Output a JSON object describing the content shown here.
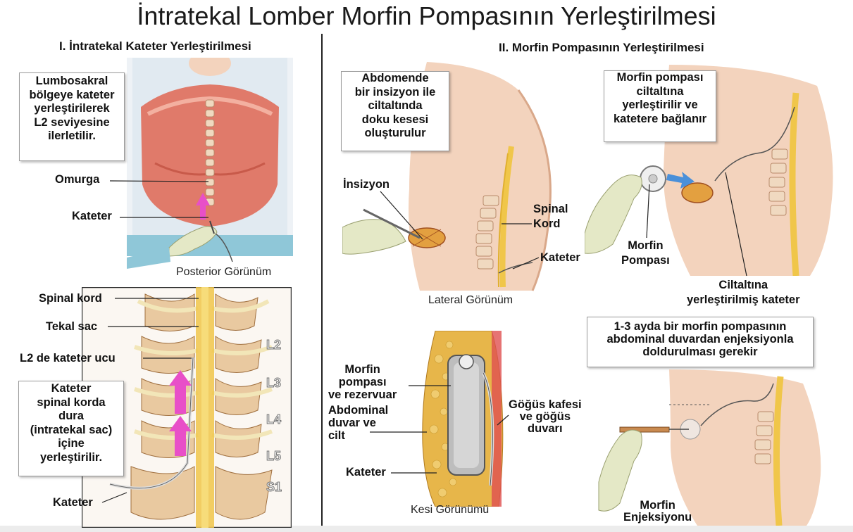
{
  "title": "İntratekal Lomber Morfin Pompasının Yerleştirilmesi",
  "section1": {
    "heading": "I. İntratekal Kateter Yerleştirilmesi",
    "top_box": [
      "Lumbosakral",
      "bölgeye kateter",
      "yerleştirilerek",
      "L2 seviyesine",
      "ilerletilir."
    ],
    "labels": {
      "spine": "Omurga",
      "catheter": "Kateter"
    },
    "caption_top": "Posterior Görünüm",
    "bottom_labels": {
      "spinal_cord": "Spinal kord",
      "thecal_sac": "Tekal sac",
      "tip": "L2 de kateter ucu",
      "catheter": "Kateter"
    },
    "inner_box": [
      "Kateter",
      "spinal korda",
      "dura",
      "(intratekal sac)",
      "içine",
      "yerleştirilir."
    ],
    "levels": [
      "L2",
      "L3",
      "L4",
      "L5",
      "S1"
    ]
  },
  "section2": {
    "heading": "II. Morfin Pompasının Yerleştirilmesi",
    "box_incision": [
      "Abdomende",
      "bir insizyon ile",
      "ciltaltında",
      "doku kesesi",
      "oluşturulur"
    ],
    "box_pump": [
      "Morfin pompası",
      "ciltaltına",
      "yerleştirilir ve",
      "katetere bağlanır"
    ],
    "labels": {
      "incision": "İnsizyon",
      "spinal_cord": [
        "Spinal",
        "Kord"
      ],
      "catheter": "Kateter",
      "pump": [
        "Morfin",
        "Pompası"
      ],
      "subcut_catheter": [
        "Ciltaltına",
        "yerleştirilmiş kateter"
      ]
    },
    "caption_lateral": "Lateral Görünüm",
    "box_refill": [
      "1-3 ayda bir morfin pompasının",
      "abdominal duvardan enjeksiyonla",
      "doldurulması gerekir"
    ],
    "section_labels": {
      "pump_reservoir": [
        "Morfin",
        "pompası",
        "ve rezervuar"
      ],
      "abdominal_wall": [
        "Abdominal",
        "duvar ve",
        "cilt"
      ],
      "catheter": "Kateter",
      "chest_wall": [
        "Göğüs kafesi",
        "ve göğüs",
        "duvarı"
      ]
    },
    "caption_section": "Kesi Görünümü",
    "injection": [
      "Morfin",
      "Enjeksiyonu"
    ]
  },
  "colors": {
    "muscle": "#e07a6a",
    "skin": "#f3d3bd",
    "bone": "#e9c9a0",
    "nerve": "#f0c64a",
    "glove": "#e4e8c6",
    "arrow": "#e84fc8",
    "fat": "#e7b64a"
  }
}
